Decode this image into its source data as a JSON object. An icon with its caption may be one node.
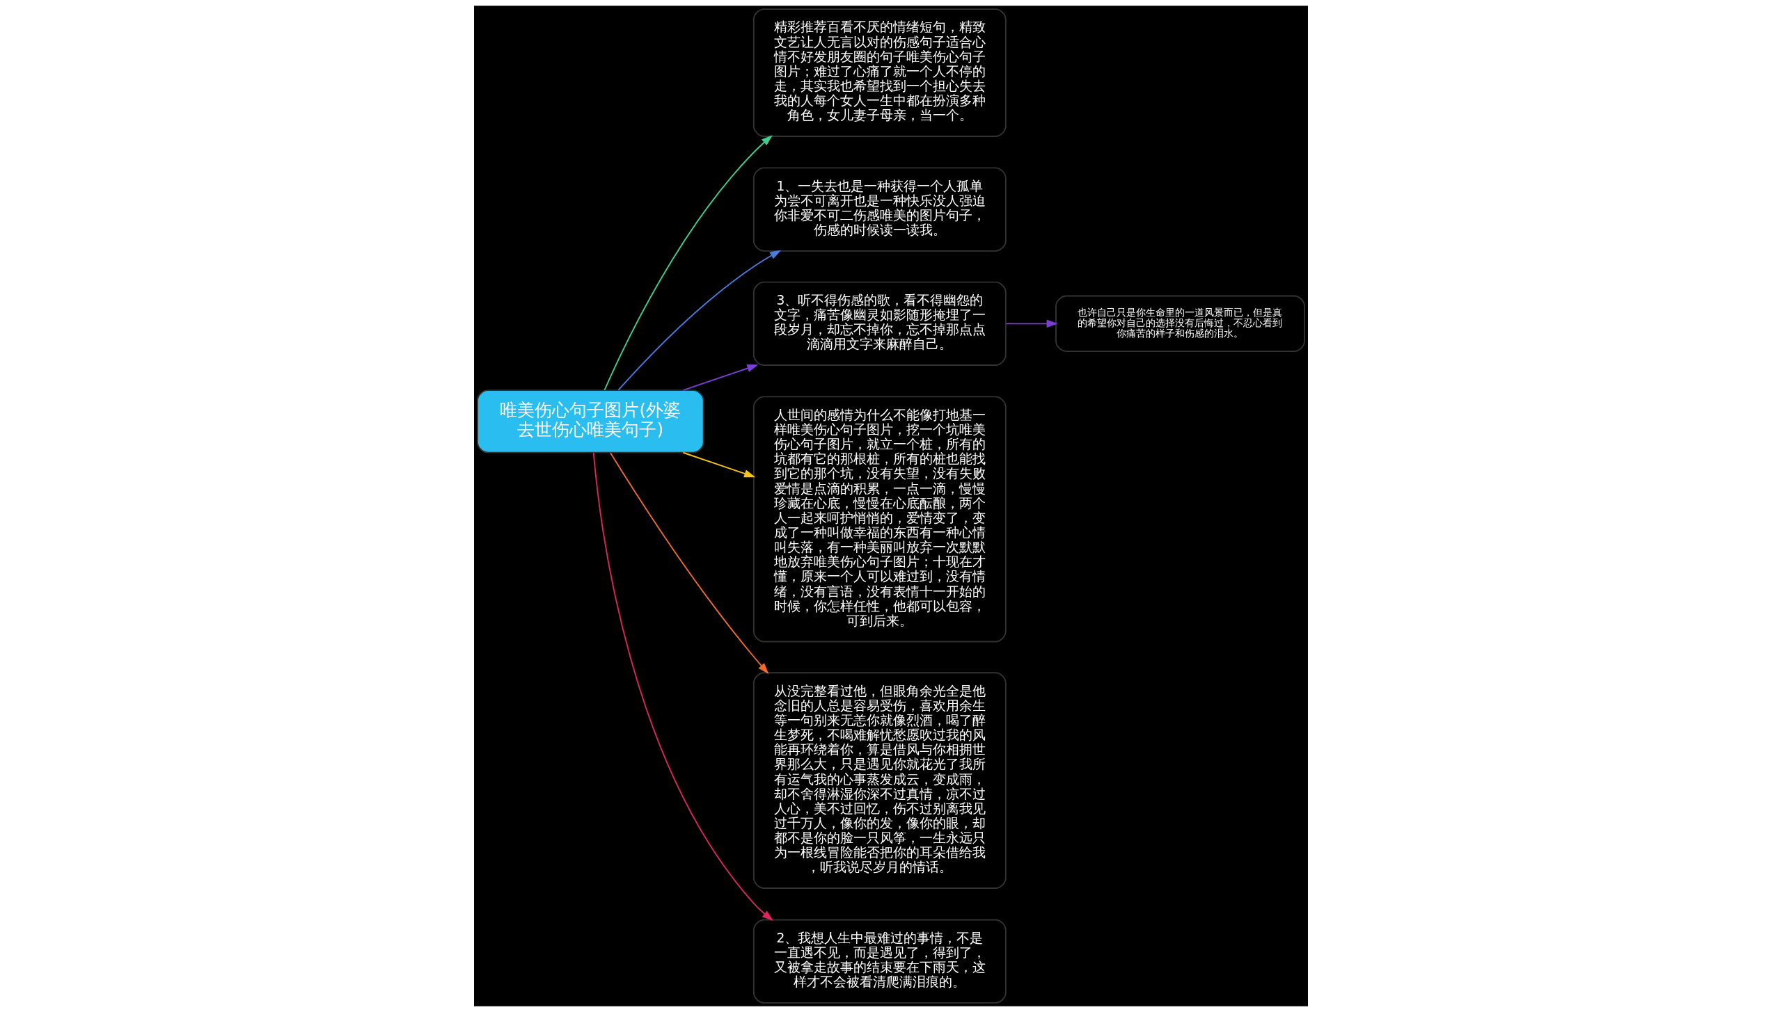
{
  "diagram": {
    "nodes": [
      {
        "text": [
          "唯美伤心句子图片(外婆去世伤心唯美句子)"
        ]
      },
      {
        "text": [
          "精彩推荐百看不厌的情绪短句，精致文艺让人无言以对的伤感句子适合心情不好发朋友圈的句子唯美伤心句子图片；难过了心痛了就一个人不停的走，其实我也希望找到一个担心失去我的人每个女人一生中都在扮演多种角色，女儿妻子母亲，当一个。"
        ]
      },
      {
        "text": [
          "1、一失去也是一种获得一个人孤单为尝不可离开也是一种快乐没人强迫你非爱不可二伤感唯美的图片句子，伤感的时候读一读我。"
        ]
      },
      {
        "text": [
          "3、听不得伤感的歌，看不得幽怨的文字，痛苦像幽灵如影随形掩埋了一段岁月，却忘不掉你，忘不掉那点点滴滴用文字来麻醉自己。"
        ]
      },
      {
        "text": [
          "也许自己只是你生命里的一道风景而已，但是真的希望你对自己的选择没有后悔过，不忍心看到你痛苦的样子和伤感的泪水。"
        ]
      },
      {
        "text": [
          "人世间的感情为什么不能像打地基一样唯美伤心句子图片，挖一个坑唯美伤心句子图片，就立一个桩，所有的坑都有它的那根桩，所有的桩也能找到它的那个坑，没有失望，没有失败爱情是点滴的积累，一点一滴，慢慢珍藏在心底，慢慢在心底酝酿，两个人一起来呵护悄悄的，爱情变了，变成了一种叫做幸福的东西有一种心情叫失落，有一种美丽叫放弃一次默默地放弃唯美伤心句子图片；十现在才懂，原来一个人可以难过到，没有情绪，没有言语，没有表情十一开始的时候，你怎样任性，他都可以包容，可到后来。"
        ]
      },
      {
        "text": [
          "从没完整看过他，但眼角余光全是他念旧的人总是容易受伤，喜欢用余生等一句别来无恙你就像烈酒，喝了醉生梦死，不喝难解忧愁愿吹过我的风能再环绕着你，算是借风与你相拥世界那么大，只是遇见你就花光了我所有运气我的心事蒸发成云，变成雨，却不舍得淋湿你深不过真情，凉不过人心，美不过回忆，伤不过别离我见过千万人，像你的发，像你的眼，却都不是你的脸一只风筝，一生永远只为一根线冒险能否把你的耳朵借给我，听我说尽岁月的情话。"
        ]
      },
      {
        "text": [
          "2、我想人生中最难过的事情，不是一直遇不见，而是遇见了，得到了，又被拿走故事的结束要在下雨天，这样才不会被看清爬满泪痕的。"
        ]
      }
    ],
    "edges": [
      {
        "from": 0,
        "to": 1,
        "arrow": "to",
        "color": "#3ecf8e"
      },
      {
        "from": 0,
        "to": 2,
        "arrow": "to",
        "color": "#4a7de0"
      },
      {
        "from": 0,
        "to": 3,
        "arrow": "to",
        "color": "#7b3fd6"
      },
      {
        "from": 3,
        "to": 4,
        "arrow": "to",
        "color": "#7b3fd6"
      },
      {
        "from": 0,
        "to": 5,
        "arrow": "to",
        "color": "#f5c518"
      },
      {
        "from": 0,
        "to": 6,
        "arrow": "to",
        "color": "#f06a2c"
      },
      {
        "from": 0,
        "to": 7,
        "arrow": "to",
        "color": "#e0245e"
      }
    ]
  }
}
